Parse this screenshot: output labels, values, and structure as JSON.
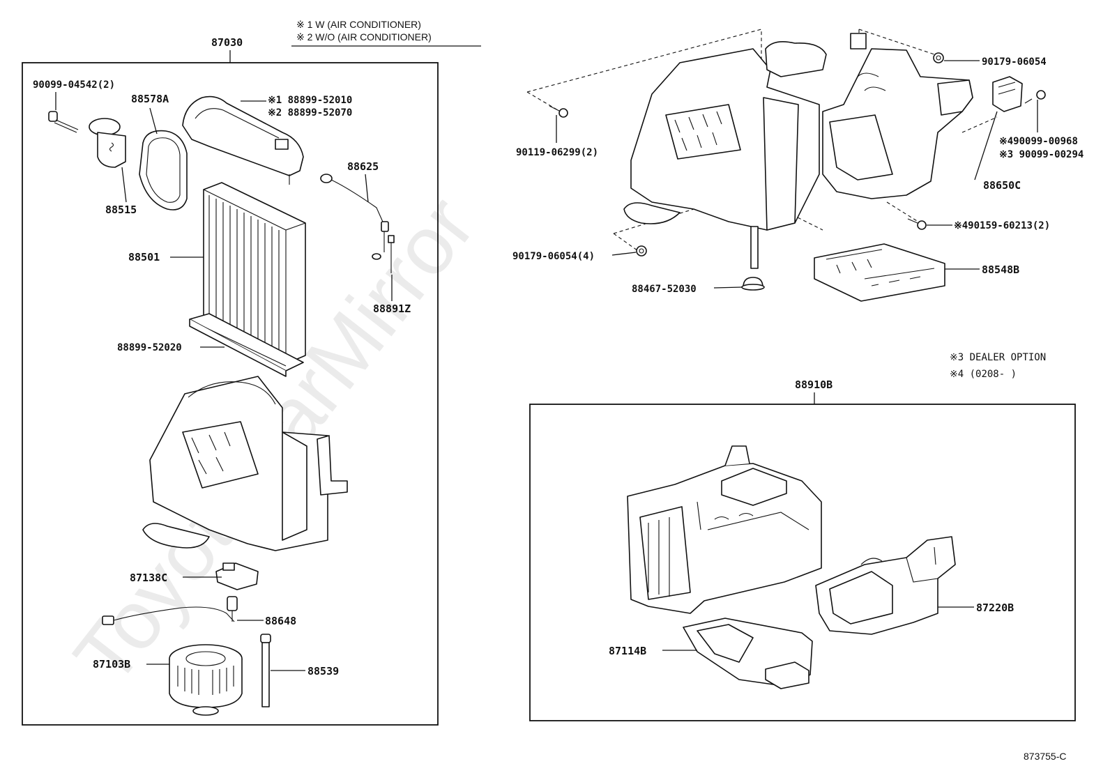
{
  "watermark": "ToyotaCarMirror",
  "notes": {
    "note1": "※ 1  W (AIR CONDITIONER)",
    "note2": "※ 2  W/O (AIR CONDITIONER)",
    "dealer_option": "※3 DEALER OPTION",
    "date_range": "※4 (0208-     )"
  },
  "groups": {
    "left_assembly": "87030",
    "right_assembly": "88910B"
  },
  "labels": {
    "p90099_04542": "90099-04542(2)",
    "p88578a": "88578A",
    "p88899_52010": "※1 88899-52010",
    "p88899_52070": "※2 88899-52070",
    "p88515": "88515",
    "p88625": "88625",
    "p88501": "88501",
    "p88891z": "88891Z",
    "p88899_52020": "88899-52020",
    "p87138c": "87138C",
    "p88648": "88648",
    "p87103b": "87103B",
    "p88539": "88539",
    "p90179_06054": "90179-06054",
    "p90119_06299": "90119-06299(2)",
    "p90099_00968": "※490099-00968",
    "p90099_00294": "※3 90099-00294",
    "p88650c": "88650C",
    "p90159_60213": "※490159-60213(2)",
    "p90179_06054_4": "90179-06054(4)",
    "p88548b": "88548B",
    "p88467_52030": "88467-52030",
    "p87220b": "87220B",
    "p87114b": "87114B"
  },
  "figure_code": "873755-C"
}
